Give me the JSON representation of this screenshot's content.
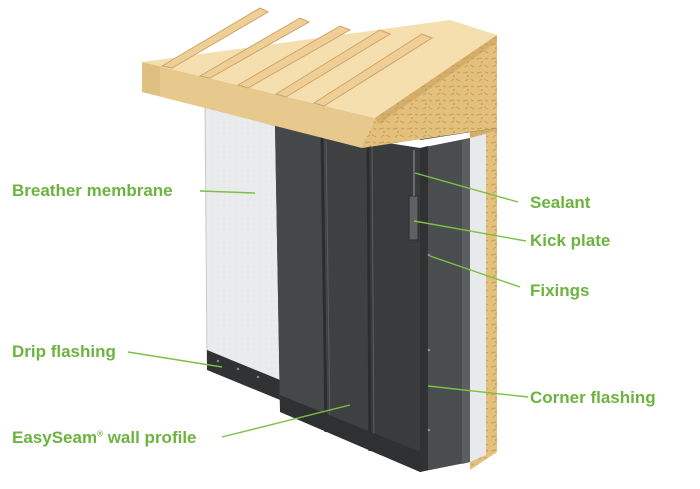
{
  "colors": {
    "label_green": "#6db33f",
    "leader_green": "#7cc142",
    "osb": "#e3c17c",
    "osb_dark": "#b88f4a",
    "timber": "#f2d6a4",
    "membrane": "#e9eaec",
    "steel": "#3e4042",
    "steel_light": "#54575a",
    "steel_edge": "#2a2c2e",
    "flashing": "#303234"
  },
  "labels": {
    "breather_membrane": "Breather membrane",
    "drip_flashing": "Drip flashing",
    "easyseam_brand": "EasySeam",
    "registered_mark": "®",
    "easyseam_rest": " wall profile",
    "sealant": "Sealant",
    "kick_plate": "Kick plate",
    "fixings": "Fixings",
    "corner_flashing": "Corner flashing"
  }
}
